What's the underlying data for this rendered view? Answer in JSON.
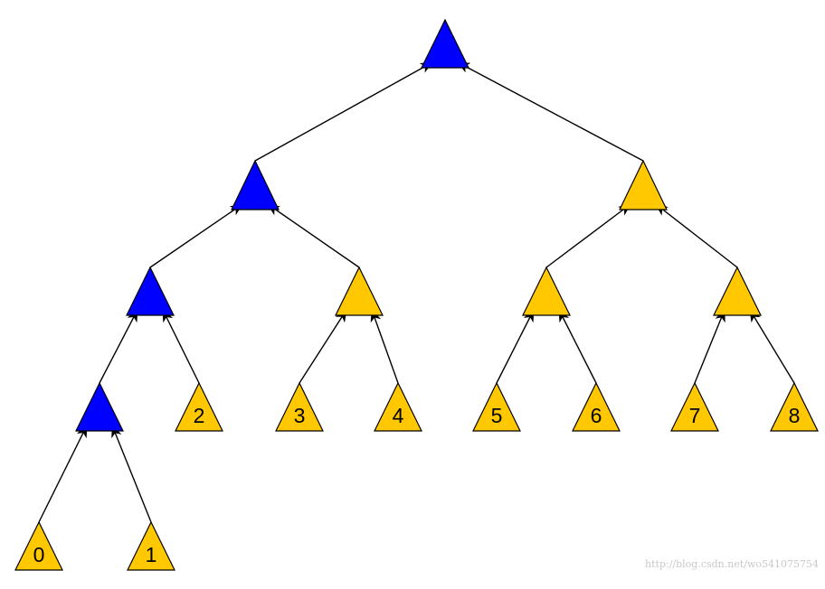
{
  "diagram": {
    "colors": {
      "blue": "#0000ff",
      "orange": "#ffc800",
      "edge": "#000000",
      "watermark": "#c8c8c8"
    },
    "nodes": [
      {
        "id": "root",
        "color": "blue",
        "label": ""
      },
      {
        "id": "l1-left",
        "color": "blue",
        "label": ""
      },
      {
        "id": "l1-right",
        "color": "orange",
        "label": ""
      },
      {
        "id": "l2-a",
        "color": "blue",
        "label": ""
      },
      {
        "id": "l2-b",
        "color": "orange",
        "label": ""
      },
      {
        "id": "l2-c",
        "color": "orange",
        "label": ""
      },
      {
        "id": "l2-d",
        "color": "orange",
        "label": ""
      },
      {
        "id": "l3-a",
        "color": "blue",
        "label": ""
      },
      {
        "id": "leaf-2",
        "color": "orange",
        "label": "2"
      },
      {
        "id": "leaf-3",
        "color": "orange",
        "label": "3"
      },
      {
        "id": "leaf-4",
        "color": "orange",
        "label": "4"
      },
      {
        "id": "leaf-5",
        "color": "orange",
        "label": "5"
      },
      {
        "id": "leaf-6",
        "color": "orange",
        "label": "6"
      },
      {
        "id": "leaf-7",
        "color": "orange",
        "label": "7"
      },
      {
        "id": "leaf-8",
        "color": "orange",
        "label": "8"
      },
      {
        "id": "leaf-0",
        "color": "orange",
        "label": "0"
      },
      {
        "id": "leaf-1",
        "color": "orange",
        "label": "1"
      }
    ],
    "edges": [
      {
        "from": "l1-left",
        "to": "root"
      },
      {
        "from": "l1-right",
        "to": "root"
      },
      {
        "from": "l2-a",
        "to": "l1-left"
      },
      {
        "from": "l2-b",
        "to": "l1-left"
      },
      {
        "from": "l2-c",
        "to": "l1-right"
      },
      {
        "from": "l2-d",
        "to": "l1-right"
      },
      {
        "from": "l3-a",
        "to": "l2-a"
      },
      {
        "from": "leaf-2",
        "to": "l2-a"
      },
      {
        "from": "leaf-3",
        "to": "l2-b"
      },
      {
        "from": "leaf-4",
        "to": "l2-b"
      },
      {
        "from": "leaf-5",
        "to": "l2-c"
      },
      {
        "from": "leaf-6",
        "to": "l2-c"
      },
      {
        "from": "leaf-7",
        "to": "l2-d"
      },
      {
        "from": "leaf-8",
        "to": "l2-d"
      },
      {
        "from": "leaf-0",
        "to": "l3-a"
      },
      {
        "from": "leaf-1",
        "to": "l3-a"
      }
    ],
    "watermark": "http://blog.csdn.net/wo541075754"
  }
}
